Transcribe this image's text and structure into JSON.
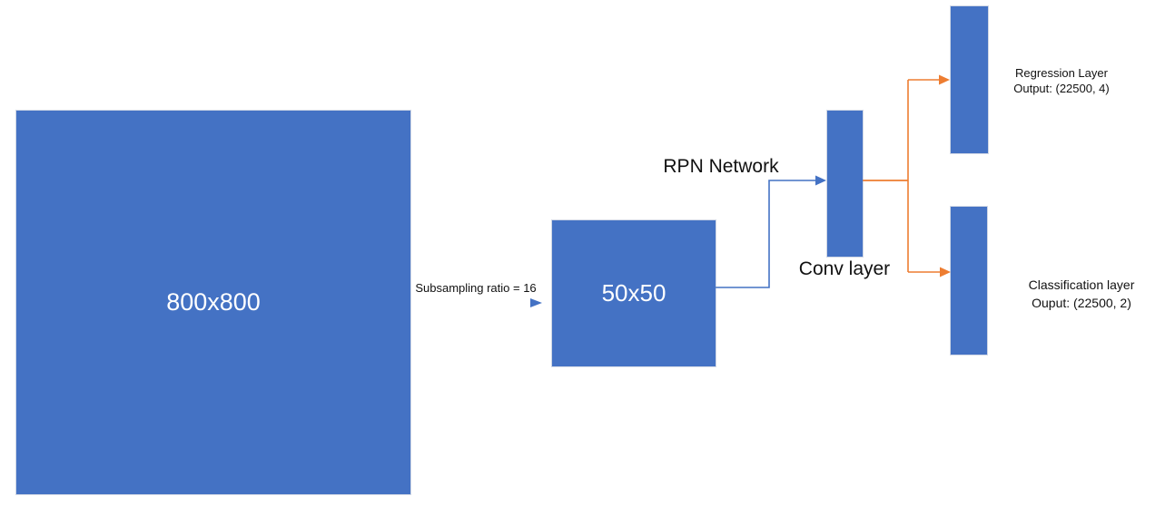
{
  "diagram": {
    "colors": {
      "shape_fill_blue": "#4472C4",
      "connector_blue": "#4472C4",
      "connector_blue_light": "#9DC3E6",
      "connector_orange": "#ED7D31",
      "text_color": "#111111",
      "node_label_color": "#FFFFFF",
      "background": "#FFFFFF"
    },
    "nodes": {
      "input_image": {
        "label": "800x800"
      },
      "feature_map": {
        "label": "50x50"
      },
      "conv_layer": {
        "label": ""
      },
      "regression_layer": {
        "label": ""
      },
      "classification_layer": {
        "label": ""
      }
    },
    "labels": {
      "subsampling": "Subsampling ratio = 16",
      "rpn_network": "RPN Network",
      "conv_layer": "Conv layer",
      "regression": {
        "line1": "Regression Layer",
        "line2": "Output: (22500, 4)"
      },
      "classification": {
        "line1": "Classification layer",
        "line2": "Ouput: (22500, 2)"
      }
    },
    "icons": {
      "arrowhead_right": "right-arrowhead-icon (solid triangle)"
    }
  }
}
